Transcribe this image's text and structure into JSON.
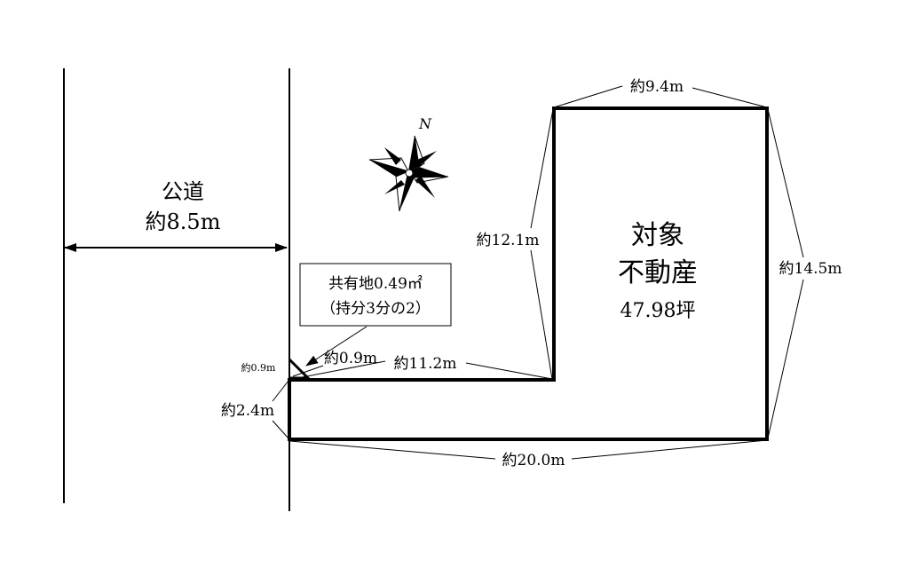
{
  "road": {
    "label": "公道",
    "width": "約8.5m"
  },
  "compass": {
    "north_label": "N"
  },
  "property": {
    "title_line1": "対象",
    "title_line2": "不動産",
    "area": "47.98坪"
  },
  "shared_land": {
    "line1": "共有地0.49㎡",
    "line2": "（持分3分の2）"
  },
  "dimensions": {
    "top": "約9.4m",
    "left_upper": "約12.1m",
    "right": "約14.5m",
    "step": "約11.2m",
    "shared_width": "約0.9m",
    "shared_side": "約0.9m",
    "left_lower": "約2.4m",
    "bottom": "約20.0m"
  }
}
